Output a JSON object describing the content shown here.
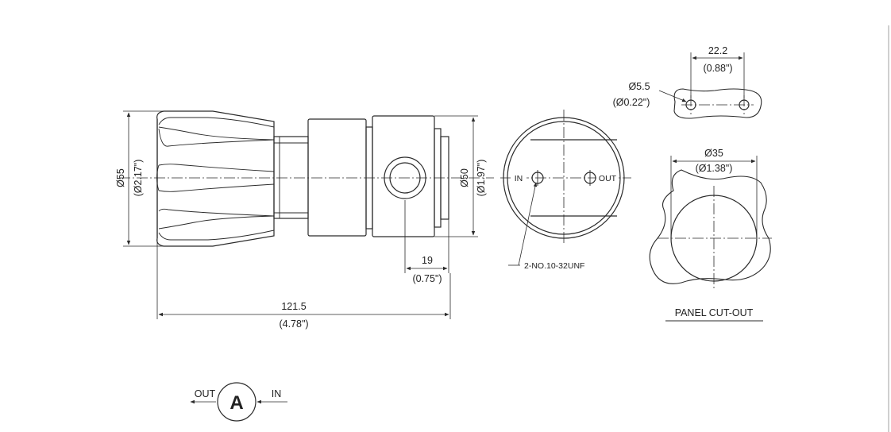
{
  "drawing": {
    "side_view": {
      "knob_diameter_mm": "Ø55",
      "knob_diameter_in": "(Ø2.17\")",
      "body_diameter_mm": "Ø50",
      "body_diameter_in": "(Ø1.97\")",
      "port_offset_mm": "19",
      "port_offset_in": "(0.75\")",
      "overall_length_mm": "121.5",
      "overall_length_in": "(4.78\")"
    },
    "end_view": {
      "in_label": "IN",
      "out_label": "OUT",
      "thread_callout": "2-NO.10-32UNF"
    },
    "mounting_holes": {
      "spacing_mm": "22.2",
      "spacing_in": "(0.88\")",
      "hole_diameter_mm": "Ø5.5",
      "hole_diameter_in": "(Ø0.22\")"
    },
    "panel_cutout": {
      "diameter_mm": "Ø35",
      "diameter_in": "(Ø1.38\")",
      "title": "PANEL CUT-OUT"
    },
    "flow_symbol": {
      "letter": "A",
      "out_label": "OUT",
      "in_label": "IN"
    }
  }
}
